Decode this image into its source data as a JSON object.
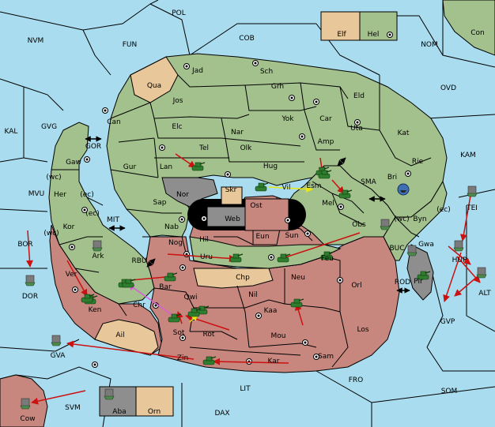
{
  "colors": {
    "sea": "#a9dcee",
    "green": "#a3c18d",
    "red": "#c7877e",
    "tan": "#e8c79b",
    "gray": "#8e8e8e",
    "border": "#000000",
    "order_arrow": "#cc1111",
    "support_arrow": "#e7e70c",
    "convoy_arrow": "#d65fd6",
    "unit_green": "#2f7d2f",
    "fleet_blue": "#3f6fb3"
  },
  "legend": {
    "top": [
      {
        "key": "elf",
        "label": "Elf",
        "color": "tan"
      },
      {
        "key": "hel",
        "label": "Hel",
        "color": "green"
      }
    ],
    "bottom": [
      {
        "key": "aba",
        "label": "Aba",
        "color": "gray"
      },
      {
        "key": "orn",
        "label": "Orn",
        "color": "tan"
      }
    ]
  },
  "sea_labels": [
    {
      "name": "POL"
    },
    {
      "name": "NVM"
    },
    {
      "name": "FUN"
    },
    {
      "name": "COB"
    },
    {
      "name": "NOM"
    },
    {
      "name": "Con"
    },
    {
      "name": "OVD"
    },
    {
      "name": "KAL"
    },
    {
      "name": "GVG"
    },
    {
      "name": "KAM"
    },
    {
      "name": "MVU"
    },
    {
      "name": "BOR"
    },
    {
      "name": "DOR"
    },
    {
      "name": "GVA"
    },
    {
      "name": "SVM"
    },
    {
      "name": "Cow"
    },
    {
      "name": "DAX"
    },
    {
      "name": "LIT"
    },
    {
      "name": "FRO"
    },
    {
      "name": "SOM"
    },
    {
      "name": "GVP"
    },
    {
      "name": "ALT"
    },
    {
      "name": "SMA"
    },
    {
      "name": "BUC"
    },
    {
      "name": "ROD"
    },
    {
      "name": "MIT"
    },
    {
      "name": "RBU"
    },
    {
      "name": "GOR"
    },
    {
      "name": "TEI"
    },
    {
      "name": "HUP"
    }
  ],
  "land_labels": [
    {
      "name": "Jad"
    },
    {
      "name": "Qua"
    },
    {
      "name": "Sch"
    },
    {
      "name": "Jos"
    },
    {
      "name": "Grh"
    },
    {
      "name": "Eld"
    },
    {
      "name": "Can"
    },
    {
      "name": "Yok"
    },
    {
      "name": "Car"
    },
    {
      "name": "Uta"
    },
    {
      "name": "Elc"
    },
    {
      "name": "Nar"
    },
    {
      "name": "Kat"
    },
    {
      "name": "Amp"
    },
    {
      "name": "Tel"
    },
    {
      "name": "Olk"
    },
    {
      "name": "Gaw"
    },
    {
      "name": "Gur"
    },
    {
      "name": "Hug"
    },
    {
      "name": "Rie"
    },
    {
      "name": "Lan"
    },
    {
      "name": "Bri"
    },
    {
      "name": "Esm"
    },
    {
      "name": "Vil"
    },
    {
      "name": "Skr"
    },
    {
      "name": "Nor"
    },
    {
      "name": "Her"
    },
    {
      "name": "Sap"
    },
    {
      "name": "Web"
    },
    {
      "name": "Ost"
    },
    {
      "name": "Mel"
    },
    {
      "name": "Byn"
    },
    {
      "name": "Kor"
    },
    {
      "name": "Nab"
    },
    {
      "name": "Eun"
    },
    {
      "name": "Obs"
    },
    {
      "name": "Gwa"
    },
    {
      "name": "Sun"
    },
    {
      "name": "Hil"
    },
    {
      "name": "Nog"
    },
    {
      "name": "Uru"
    },
    {
      "name": "Feu"
    },
    {
      "name": "Ark"
    },
    {
      "name": "Pir"
    },
    {
      "name": "Chp"
    },
    {
      "name": "Ver"
    },
    {
      "name": "Neu"
    },
    {
      "name": "Orl"
    },
    {
      "name": "Bar"
    },
    {
      "name": "Nil"
    },
    {
      "name": "Ken"
    },
    {
      "name": "Qwi"
    },
    {
      "name": "Kaa"
    },
    {
      "name": "Chr"
    },
    {
      "name": "Los"
    },
    {
      "name": "Rot"
    },
    {
      "name": "Sot"
    },
    {
      "name": "Ail"
    },
    {
      "name": "Mou"
    },
    {
      "name": "Sam"
    },
    {
      "name": "Zin"
    },
    {
      "name": "Kar"
    }
  ],
  "coast_tags": [
    "(wc)",
    "(ec)",
    "(ec)",
    "(wc)",
    "(wc)",
    "(ec)"
  ],
  "armies_count": 19,
  "fleets_count": 11
}
